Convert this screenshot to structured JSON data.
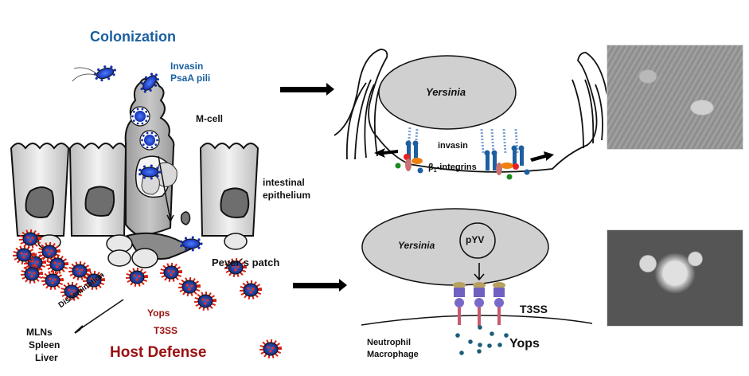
{
  "left_panel": {
    "title": "Colonization",
    "adhesins": [
      "Invasin",
      "PsaA pili"
    ],
    "m_cell": "M-cell",
    "epithelium": [
      "intestinal",
      "epithelium"
    ],
    "peyers_patch": "Peyer´s patch",
    "dissemination": "Dissemination",
    "organs": [
      "MLNs",
      "Spleen",
      "Liver"
    ],
    "virulence": [
      "Yops",
      "T3SS"
    ],
    "host_defense": "Host Defense"
  },
  "top_right": {
    "bacterium": "Yersinia",
    "ligand": "invasin",
    "receptor": "β1-integrins",
    "receptor_base": "β",
    "receptor_sub": "1",
    "receptor_rest": "-integrins"
  },
  "bottom_right": {
    "bacterium": "Yersinia",
    "plasmid": "pYV",
    "secretion_system": "T3SS",
    "effectors": "Yops",
    "host_cells": [
      "Neutrophil",
      "Macrophage"
    ]
  },
  "colors": {
    "title_blue": "#1a5fa0",
    "host_red": "#9b1010",
    "bacterium_blue": "#1f4fd8",
    "bacterium_gray": "#cfcfcf",
    "yop_teal": "#1b5e7a"
  }
}
